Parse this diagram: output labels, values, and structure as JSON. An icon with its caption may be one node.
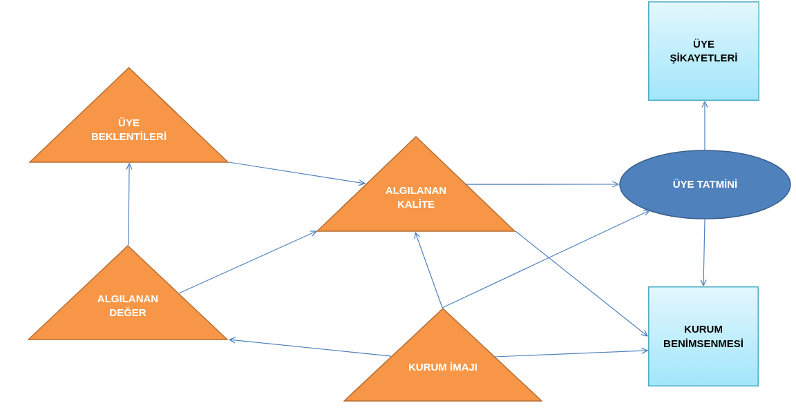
{
  "diagram": {
    "nodes": [
      {
        "text": [
          "ÜYE BEKLENTİLERİ"
        ]
      },
      {
        "text": [
          "ALGILANAN DEĞER"
        ]
      },
      {
        "text": [
          "ALGILANAN KALİTE"
        ]
      },
      {
        "text": [
          "KURUM İMAJI"
        ]
      },
      {
        "text": [
          "ÜYE ŞİKAYETLERİ"
        ]
      },
      {
        "text": [
          "ÜYE TATMİNİ"
        ]
      },
      {
        "text": [
          "KURUM BENİMSENMESİ"
        ]
      }
    ],
    "edges": [
      {
        "from": 0,
        "to": 2,
        "arrow": "to"
      },
      {
        "from": 1,
        "to": 0,
        "arrow": "to"
      },
      {
        "from": 1,
        "to": 2,
        "arrow": "to"
      },
      {
        "from": 2,
        "to": 5,
        "arrow": "to"
      },
      {
        "from": 2,
        "to": 6,
        "arrow": "to"
      },
      {
        "from": 3,
        "to": 2,
        "arrow": "to"
      },
      {
        "from": 3,
        "to": 5,
        "arrow": "to"
      },
      {
        "from": 3,
        "to": 1,
        "arrow": "to"
      },
      {
        "from": 3,
        "to": 6,
        "arrow": "to"
      },
      {
        "from": 5,
        "to": 4,
        "arrow": "to"
      },
      {
        "from": 5,
        "to": 6,
        "arrow": "to"
      }
    ]
  }
}
